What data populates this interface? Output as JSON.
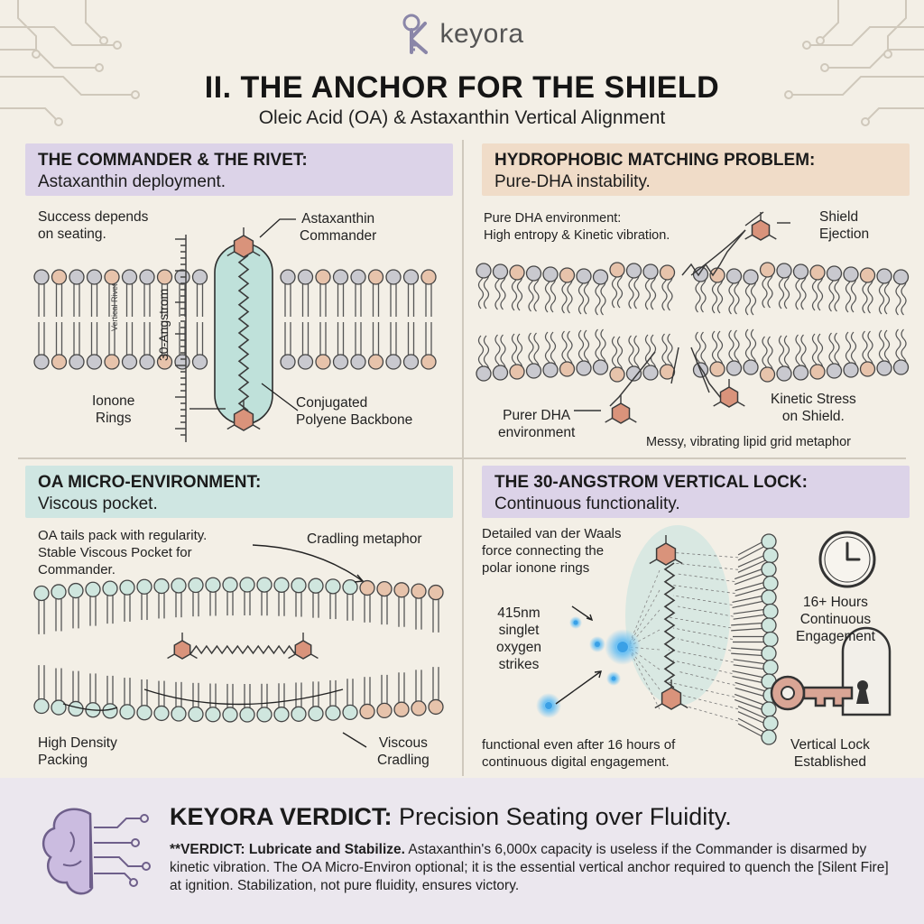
{
  "brand": {
    "name": "keyora",
    "logo_icon": "key-k-logo"
  },
  "title": "II. THE ANCHOR FOR THE SHIELD",
  "subtitle": "Oleic Acid (OA) & Astaxanthin Vertical Alignment",
  "panels": {
    "commander": {
      "title": "THE COMMANDER & THE RIVET:",
      "subtitle": "Astaxanthin deployment.",
      "labels": {
        "success": "Success depends\non seating.",
        "astaxanthin": "Astaxanthin\nCommander",
        "ruler_small": "Vertical Rivet",
        "ruler_big": "30-Angstrom",
        "ionone": "Ionone\nRings",
        "backbone": "Conjugated\nPolyene Backbone"
      }
    },
    "hydrophobic": {
      "title": "HYDROPHOBIC MATCHING PROBLEM:",
      "subtitle": "Pure-DHA instability.",
      "labels": {
        "environment": "Pure DHA environment:\nHigh entropy & Kinetic vibration.",
        "ejection": "Shield\nEjection",
        "purer": "Purer DHA\nenvironment",
        "stress": "Kinetic Stress\non Shield.",
        "messy": "Messy, vibrating lipid grid metaphor"
      }
    },
    "oa": {
      "title": "OA MICRO-ENVIRONMENT:",
      "subtitle": "Viscous pocket.",
      "labels": {
        "pack": "OA tails pack with regularity.\nStable Viscous Pocket for\nCommander.",
        "cradling": "Cradling metaphor",
        "density": "High Density\nPacking",
        "viscous": "Viscous\nCradling"
      }
    },
    "lock": {
      "title": "THE 30-ANGSTROM VERTICAL LOCK:",
      "subtitle": "Continuous functionality.",
      "labels": {
        "vdw": "Detailed van der Waals\nforce connecting the\npolar ionone rings",
        "oxygen": "415nm\nsinglet\noxygen\nstrikes",
        "hours": "16+ Hours\nContinuous\nEngagement",
        "functional": "functional even after 16 hours of\ncontinuous digital engagement.",
        "vertical_lock": "Vertical Lock\nEstablished"
      },
      "icons": [
        "clock-icon",
        "key-lock-icon"
      ]
    }
  },
  "verdict": {
    "title_bold": "KEYORA VERDICT:",
    "title_rest": "Precision Seating over Fluidity.",
    "body_bold": "**VERDICT: Lubricate and Stabilize.",
    "body_rest": "Astaxanthin's 6,000x capacity is useless if the Commander is disarmed by kinetic vibration. The OA Micro-Environ optional; it is the essential vertical anchor required to quench the [Silent Fire] at ignition. Stabilization, not pure fluidity, ensures victory.",
    "icon": "brain-circuit-icon"
  },
  "colors": {
    "background": "#f3efe6",
    "lipid_head_gray": "#c9c9cf",
    "lipid_head_peach": "#e7c3ab",
    "lipid_head_teal": "#cfe6de",
    "astaxanthin": "#d9937b",
    "cradle": "#bfe1da",
    "oxygen_glow": "#4aa8e8"
  }
}
